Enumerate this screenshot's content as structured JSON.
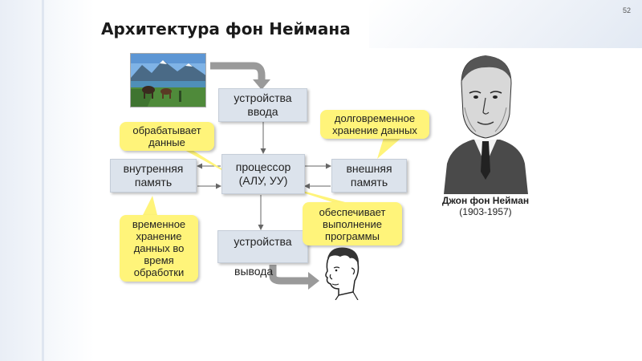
{
  "slide": {
    "number": "52",
    "title": "Архитектура фон Неймана"
  },
  "boxes": {
    "input": [
      "устройства",
      "ввода"
    ],
    "processor": [
      "процессор",
      "(АЛУ, УУ)"
    ],
    "internal_memory": [
      "внутренняя",
      "память"
    ],
    "external_memory": [
      "внешняя",
      "память"
    ],
    "output_line1": "устройства",
    "output_line2": "вывода"
  },
  "callouts": {
    "processes": [
      "обрабатывает",
      "данные"
    ],
    "long_term": [
      "долговременное",
      "хранение данных"
    ],
    "temporary": [
      "временное",
      "хранение",
      "данных во",
      "время",
      "обработки"
    ],
    "execution": [
      "обеспечивает",
      "выполнение",
      "программы"
    ]
  },
  "portrait": {
    "name": "Джон фон Нейман",
    "years": "(1903-1957)"
  },
  "colors": {
    "box_fill": "#dce3ec",
    "callout_fill": "#fff47a",
    "arrow_gray": "#9a9a9a",
    "wire_gray": "#666666"
  },
  "icons": [
    "landscape-picture",
    "curved-arrow-icon",
    "human-head-icon",
    "john-von-neumann-portrait"
  ]
}
